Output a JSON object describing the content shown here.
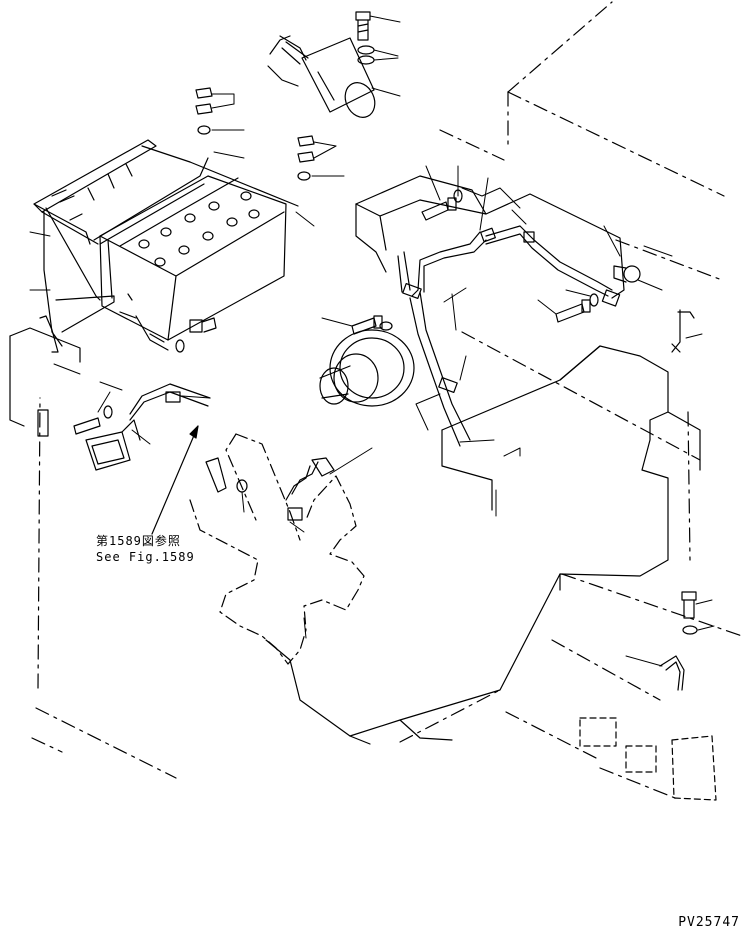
{
  "reference_note": {
    "line1": "第1589図参照",
    "line2": "See Fig.1589"
  },
  "drawing_id": "PV25747",
  "colors": {
    "line": "#000000",
    "background": "#ffffff"
  }
}
